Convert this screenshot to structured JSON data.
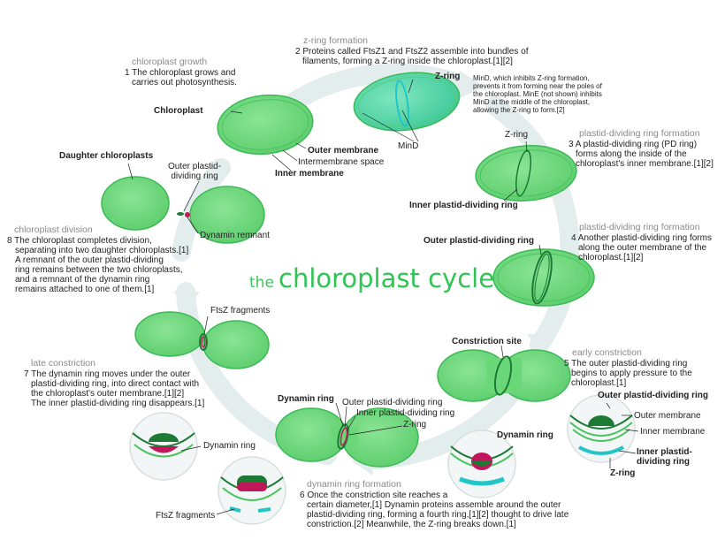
{
  "title": {
    "the": "the",
    "main": "chloroplast cycle"
  },
  "steps": {
    "s1": {
      "heading": "chloroplast growth",
      "lines": [
        "1 The chloroplast grows and",
        "carries out photosynthesis."
      ]
    },
    "s2": {
      "heading": "z-ring formation",
      "lines": [
        "2 Proteins called FtsZ1 and FtsZ2 assemble into bundles of",
        "filaments, forming a Z-ring inside the chloroplast.[1][2]"
      ]
    },
    "s2note": {
      "lines": [
        "MinD, which inhibits Z-ring formation,",
        "prevents it from forming near the poles of",
        "the chloroplast. MinE (not shown) inhibits",
        "MinD at the middle of the chloroplast,",
        "allowing the Z-ring to form.[2]"
      ]
    },
    "s3": {
      "heading": "plastid-dividing ring formation",
      "lines": [
        "3 A plastid-dividing ring (PD ring)",
        "forms along the inside of the",
        "chloroplast's inner membrane.[1][2]"
      ]
    },
    "s4": {
      "heading": "plastid-dividing ring formation",
      "lines": [
        "4 Another plastid-dividing ring forms",
        "along the outer membrane of the",
        "chloroplast.[1][2]"
      ]
    },
    "s5": {
      "heading": "early constriction",
      "lines": [
        "5 The outer plastid-dividing ring",
        "begins to apply pressure to the",
        "chloroplast.[1]"
      ]
    },
    "s6": {
      "heading": "dynamin ring formation",
      "lines": [
        "6 Once the constriction site reaches a",
        "certain diameter,[1] Dynamin proteins assemble around the outer",
        "plastid-dividing ring, forming a fourth ring,[1][2] thought to drive late",
        "constriction.[2] Meanwhile, the Z-ring breaks down.[1]"
      ]
    },
    "s7": {
      "heading": "late constriction",
      "lines": [
        "7 The dynamin ring moves under the outer",
        "plastid-dividing ring, into direct contact with",
        "the chloroplast's outer membrane.[1][2]",
        "The inner plastid-dividing ring disappears.[1]"
      ]
    },
    "s8": {
      "heading": "chloroplast division",
      "lines": [
        "8 The chloroplast completes division,",
        "separating into two daughter chloroplasts.[1]",
        "A remnant of the outer plastid-dividing",
        "ring remains between the two chloroplasts,",
        "and a remnant of the dynamin ring",
        "remains attached to one of them.[1]"
      ]
    }
  },
  "labels": {
    "chloroplast": "Chloroplast",
    "outer_membrane": "Outer membrane",
    "intermembrane_space": "Intermembrane space",
    "inner_membrane": "Inner membrane",
    "z_ring": "Z-ring",
    "mind": "MinD",
    "z_ring_3": "Z-ring",
    "inner_pd_ring": "Inner plastid-dividing ring",
    "outer_pd_ring": "Outer plastid-dividing ring",
    "constriction_site": "Constriction site",
    "daughter_chloroplasts": "Daughter chloroplasts",
    "outer_plastid_dividing_ring_8": [
      "Outer plastid-",
      "dividing ring"
    ],
    "dynamin_remnant": "Dynamin remnant",
    "ftsz_fragments": "FtsZ fragments",
    "dynamin_ring_6": "Dynamin ring",
    "outer_pd_ring_6": "Outer plastid-dividing ring",
    "inner_pd_ring_6": "Inner plastid-dividing ring",
    "z_ring_6": "Z-ring",
    "dynamin_ring_c6": "Dynamin ring",
    "dynamin_ring_c7": "Dynamin ring",
    "ftsz_fragments_c7": "FtsZ fragments",
    "c5_outer_pd": "Outer plastid-dividing ring",
    "c5_outer_membrane": "Outer membrane",
    "c5_inner_membrane": "Inner membrane",
    "c5_inner_pd": [
      "Inner plastid-",
      "dividing ring"
    ],
    "c5_zring": "Z-ring"
  },
  "colors": {
    "chloroplast_fill": "#6fd97d",
    "chloroplast_edge": "#2fae4a",
    "ring": "#1c7a35",
    "dynamin": "#c0175a",
    "zring": "#22c6c6",
    "title": "#2fc553",
    "arrow": "#dfeaea"
  }
}
